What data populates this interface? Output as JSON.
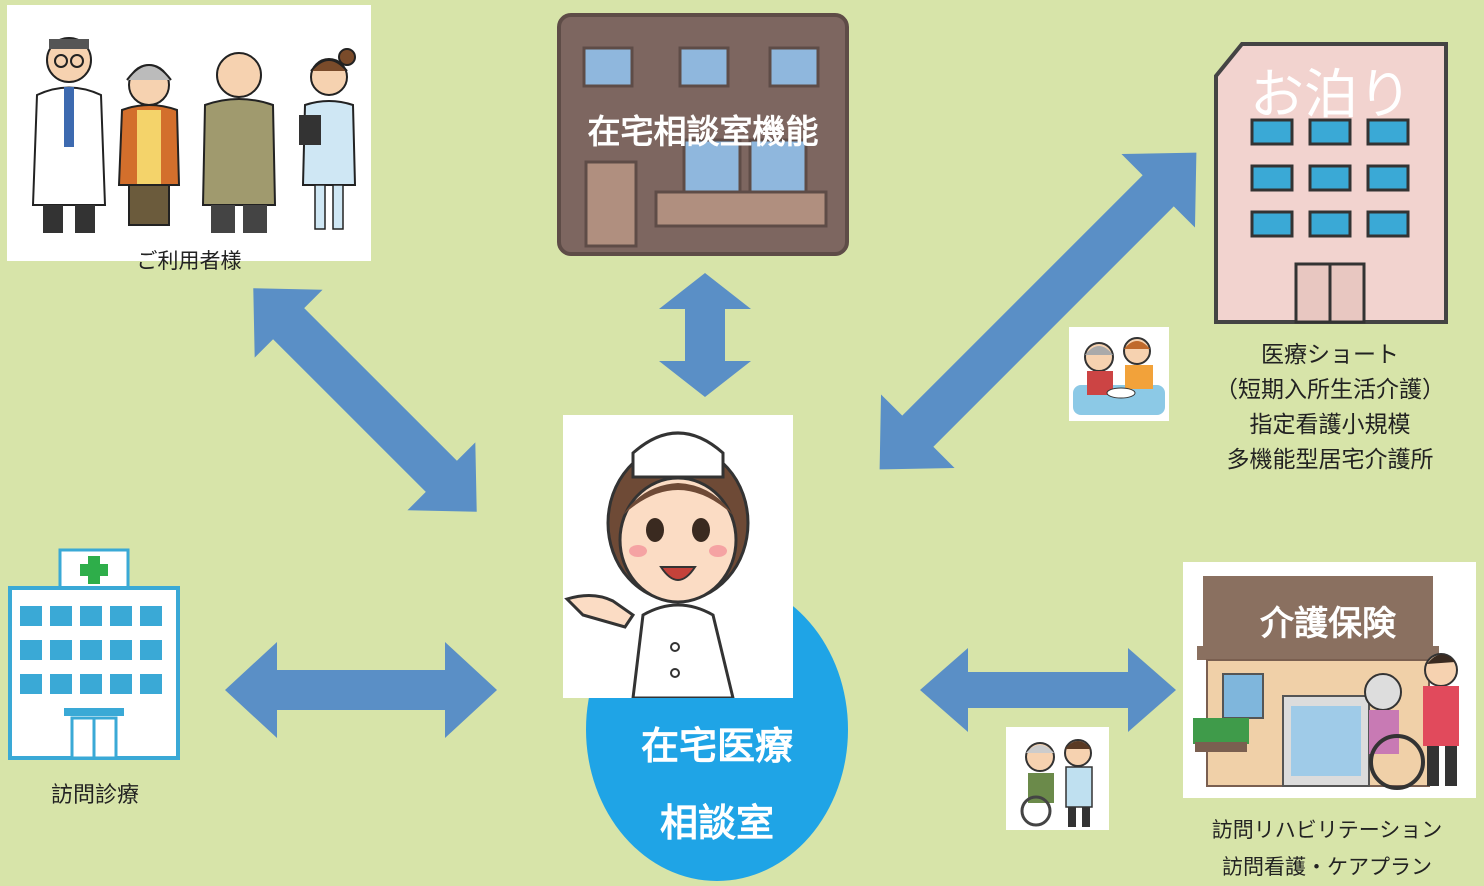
{
  "nodes": {
    "users": {
      "label": "ご利用者様"
    },
    "consult_function": {
      "label": "在宅相談室機能"
    },
    "stay": {
      "banner": "お泊り",
      "lines": [
        "医療ショート",
        "（短期入所生活介護）",
        "指定看護小規模",
        "多機能型居宅介護所"
      ]
    },
    "center": {
      "line1": "在宅医療",
      "line2": "相談室"
    },
    "clinic": {
      "label": "訪問診療"
    },
    "care": {
      "banner": "介護保険",
      "lines": [
        "訪問リハビリテーション",
        "訪問看護・ケアプラン"
      ]
    }
  },
  "colors": {
    "background": "#d7e4a9",
    "arrow": "#5a8fc6",
    "center_oval": "#1fa4e6",
    "building_brown": "#7d6660",
    "hotel_pink": "#f2d3cf"
  }
}
